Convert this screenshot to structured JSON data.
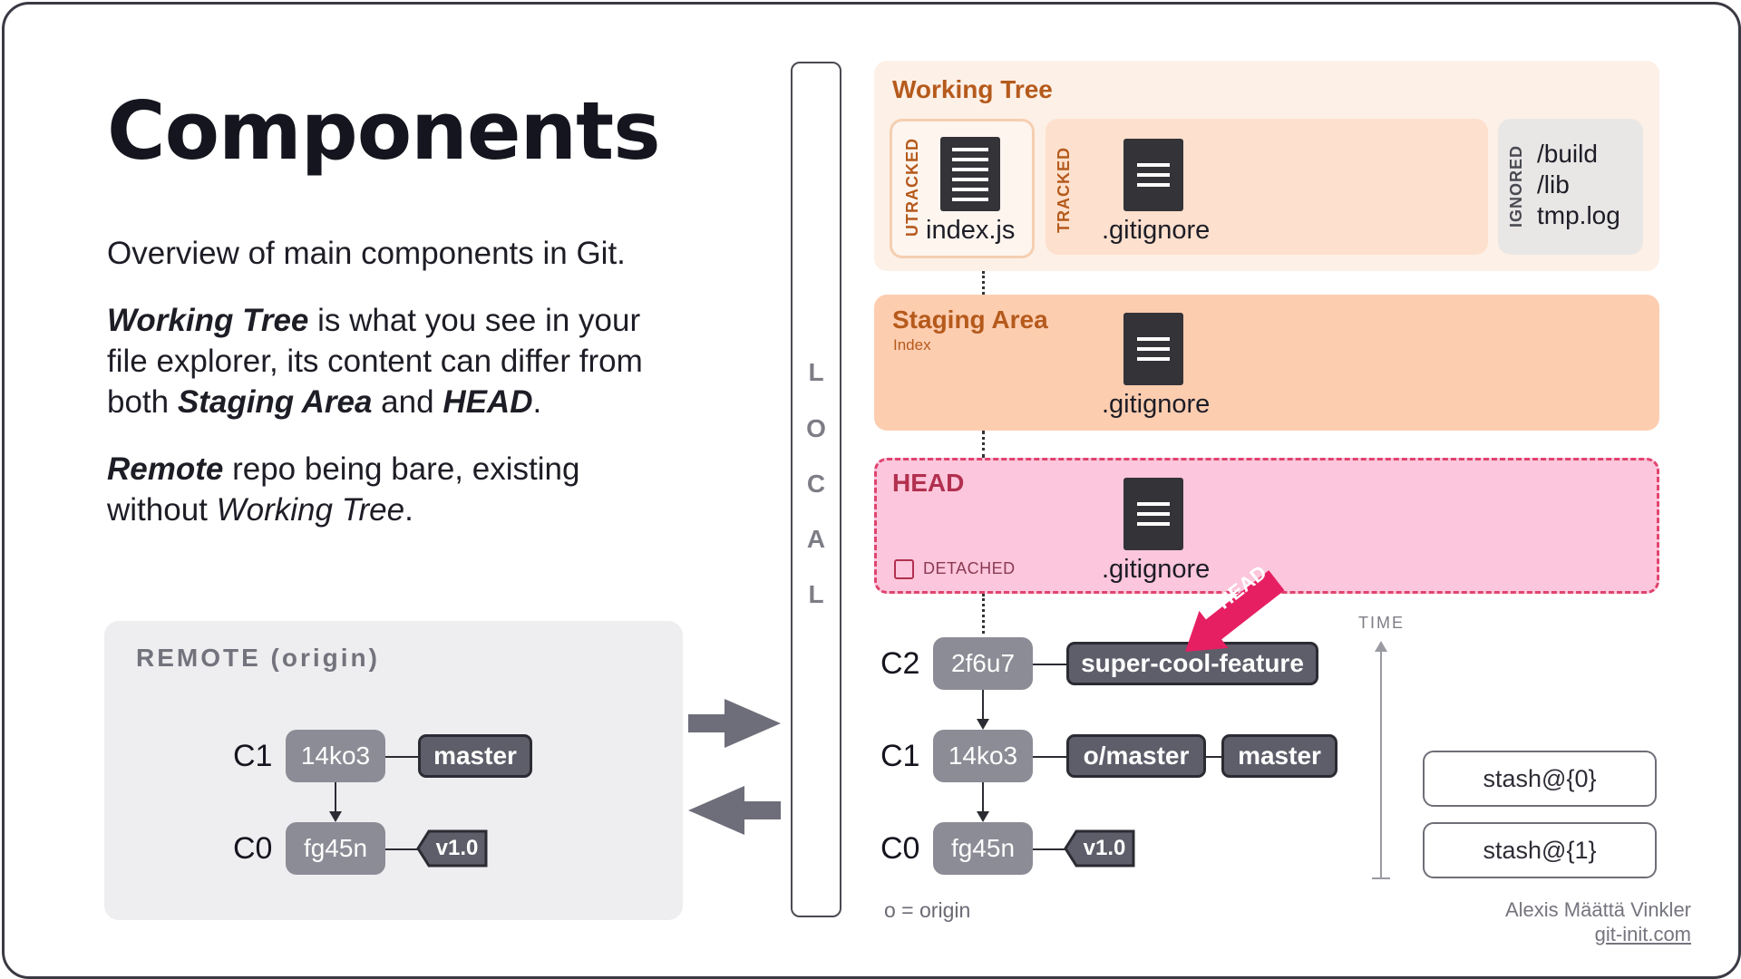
{
  "title": "Components",
  "intro": {
    "line1": "Overview of main components in Git.",
    "p2_b1": "Working Tree",
    "p2_t1": " is what you see in your",
    "p2_t2": "file explorer, its content can differ from",
    "p2_t3": "both ",
    "p2_b2": "Staging Area",
    "p2_t4": " and ",
    "p2_b3": "HEAD",
    "p2_t5": ".",
    "p3_b1": "Remote",
    "p3_t1": " repo being bare, existing",
    "p3_t2": "without ",
    "p3_i1": "Working Tree",
    "p3_t3": "."
  },
  "remote": {
    "title": "REMOTE (origin)",
    "commits": [
      {
        "label": "C1",
        "hash": "14ko3",
        "refs": [
          "master"
        ]
      },
      {
        "label": "C0",
        "hash": "fg45n",
        "tag": "v1.0"
      }
    ]
  },
  "local_letters": [
    "L",
    "O",
    "C",
    "A",
    "L"
  ],
  "working_tree": {
    "title": "Working Tree",
    "untracked_label": "UTRACKED",
    "untracked_file": "index.js",
    "tracked_label": "TRACKED",
    "tracked_file": ".gitignore",
    "ignored_label": "IGNORED",
    "ignored_items": [
      "/build",
      "/lib",
      "tmp.log"
    ]
  },
  "staging": {
    "title": "Staging Area",
    "subtitle": "Index",
    "file": ".gitignore"
  },
  "head": {
    "title": "HEAD",
    "detached_label": "DETACHED",
    "file": ".gitignore",
    "pointer_label": "HEAD"
  },
  "local_commits": [
    {
      "label": "C2",
      "hash": "2f6u7",
      "refs": [
        "super-cool-feature"
      ]
    },
    {
      "label": "C1",
      "hash": "14ko3",
      "refs": [
        "o/master",
        "master"
      ]
    },
    {
      "label": "C0",
      "hash": "fg45n",
      "tag": "v1.0"
    }
  ],
  "time_label": "TIME",
  "stashes": [
    "stash@{0}",
    "stash@{1}"
  ],
  "legend": "o = origin",
  "credit": {
    "author": "Alexis Määttä Vinkler",
    "site": "git-init.com"
  },
  "colors": {
    "head_pink": "#e61f63",
    "orange_title": "#b55a1c",
    "head_title": "#b2304f"
  },
  "icons": [
    "file-icon",
    "arrow-right-icon",
    "arrow-left-icon",
    "checkbox-icon"
  ]
}
